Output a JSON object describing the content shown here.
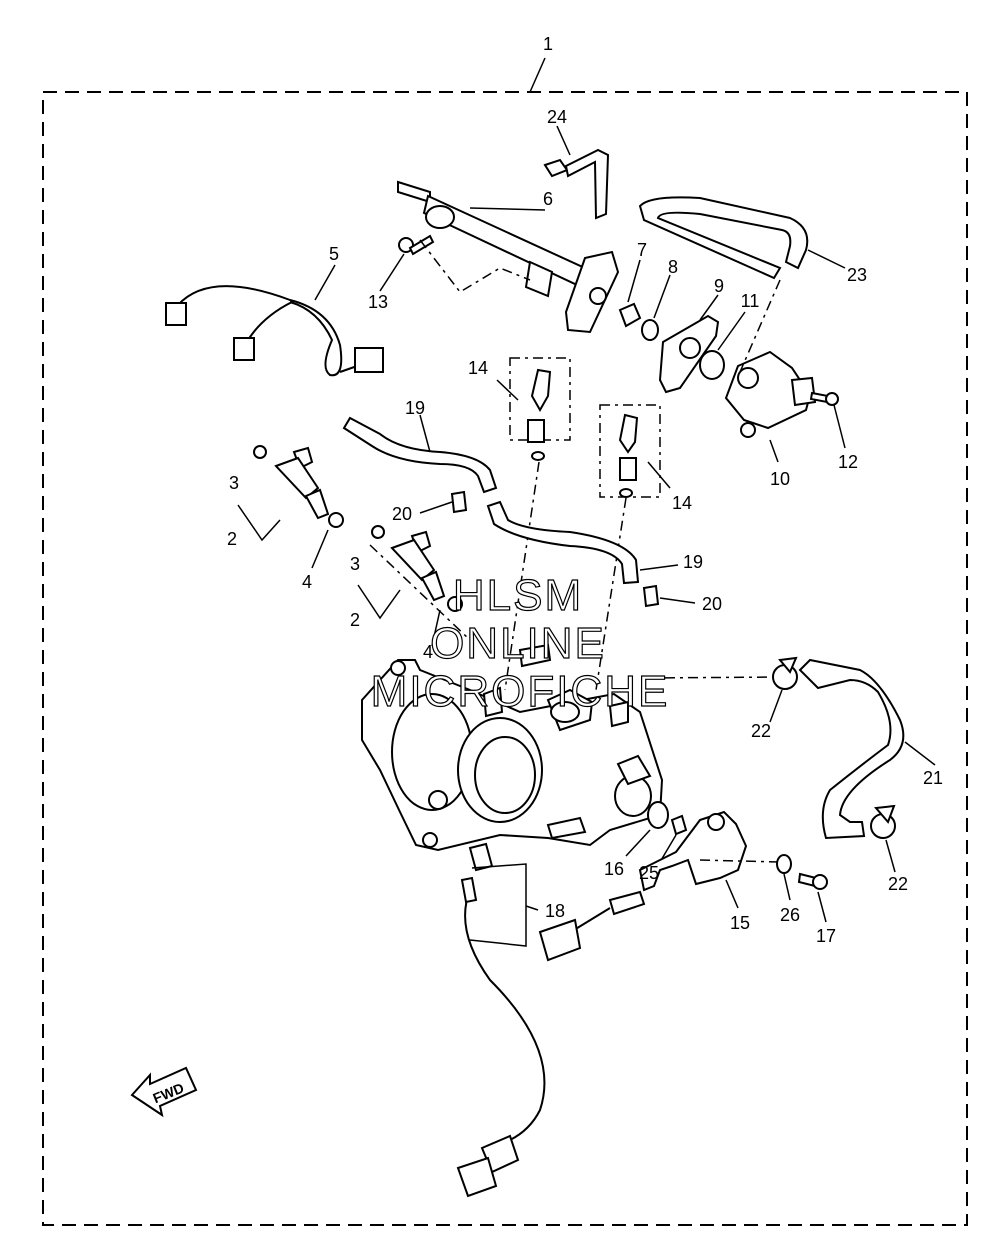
{
  "callouts": {
    "c1": "1",
    "c2a": "2",
    "c2b": "2",
    "c3a": "3",
    "c3b": "3",
    "c4a": "4",
    "c4b": "4",
    "c5": "5",
    "c6": "6",
    "c7": "7",
    "c8": "8",
    "c9": "9",
    "c10": "10",
    "c11": "11",
    "c12": "12",
    "c13": "13",
    "c14a": "14",
    "c14b": "14",
    "c15": "15",
    "c16": "16",
    "c17": "17",
    "c18": "18",
    "c19a": "19",
    "c19b": "19",
    "c20a": "20",
    "c20b": "20",
    "c21": "21",
    "c22a": "22",
    "c22b": "22",
    "c23": "23",
    "c24": "24",
    "c25": "25",
    "c26": "26"
  },
  "watermark": {
    "line1": "HLSM",
    "line2": "ONLINE",
    "line3": "MICROFICHE"
  },
  "fwd_label": "FWD"
}
